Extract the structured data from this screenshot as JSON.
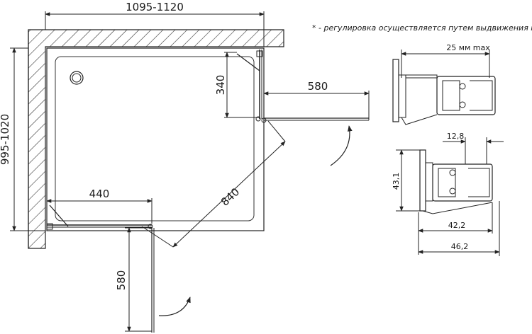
{
  "note": "* - регулировка осуществляется путем выдвижения профиля",
  "dimensions": {
    "overall_width": "1095-1120",
    "overall_depth": "995-1020",
    "hinge_offset": "340",
    "door_right": "580",
    "door_bottom": "580",
    "fixed_panel": "440",
    "diagonal": "840"
  },
  "profile_details": {
    "adjustment": "25 мм max",
    "width_top": "12,8",
    "height": "43,1",
    "width_inner": "42,2",
    "width_outer": "46,2"
  },
  "icons": {
    "hatch": "wall-hatch",
    "drain": "drain-icon",
    "arrow": "swing-arrow-icon"
  }
}
